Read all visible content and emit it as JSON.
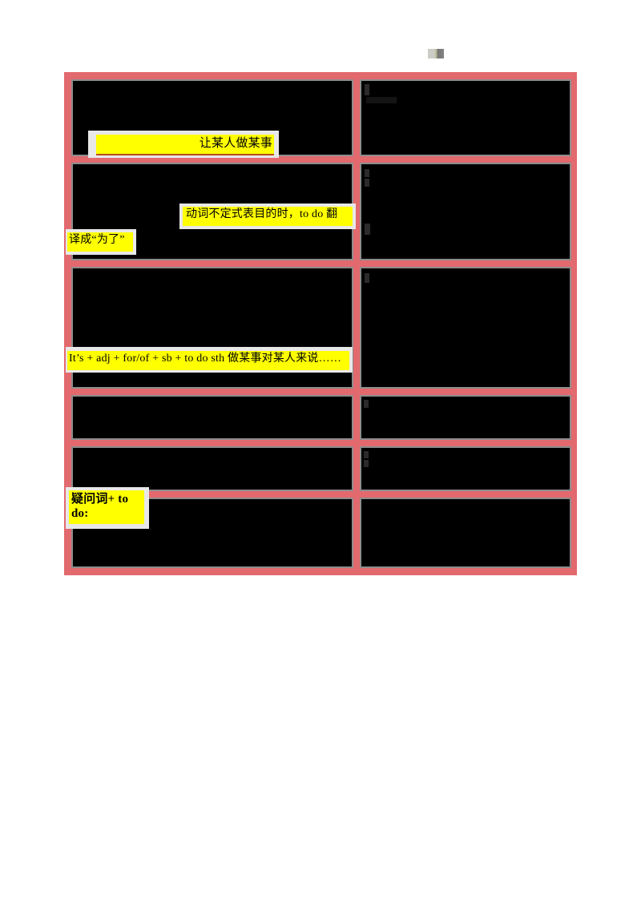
{
  "document": {
    "type": "study-notes-table",
    "page_mark": "",
    "colors": {
      "table_border": "#e2696e",
      "cell_fill": "#000000",
      "cell_frame": "#8d8d8d",
      "highlight": "#ffff00",
      "underline": "#b84a1b",
      "page_background": "#ffffff"
    }
  },
  "table": {
    "columns": 2,
    "rows": 6,
    "cells": [
      {
        "row": 1,
        "col": "left",
        "text": "",
        "redacted": true
      },
      {
        "row": 1,
        "col": "right",
        "text": "",
        "redacted": true
      },
      {
        "row": 2,
        "col": "left",
        "text": "",
        "redacted": true
      },
      {
        "row": 2,
        "col": "right",
        "text": "",
        "redacted": true
      },
      {
        "row": 3,
        "col": "left",
        "text": "",
        "redacted": true
      },
      {
        "row": 3,
        "col": "right",
        "text": "",
        "redacted": true
      },
      {
        "row": 4,
        "col": "left",
        "text": "",
        "redacted": true
      },
      {
        "row": 4,
        "col": "right",
        "text": "",
        "redacted": true
      },
      {
        "row": 5,
        "col": "left",
        "text": "",
        "redacted": true
      },
      {
        "row": 5,
        "col": "right",
        "text": "",
        "redacted": true
      },
      {
        "row": 6,
        "col": "left",
        "text": "",
        "redacted": true
      },
      {
        "row": 6,
        "col": "right",
        "text": "",
        "redacted": true
      }
    ]
  },
  "highlights": [
    {
      "id": "hl-1",
      "text": "让某人做某事",
      "row": 1,
      "underlined": true,
      "bold": false,
      "align": "right"
    },
    {
      "id": "hl-2a",
      "text": "动词不定式表目的时，to do 翻",
      "row": 2,
      "underlined": false,
      "bold": false,
      "align": "left"
    },
    {
      "id": "hl-2b",
      "text": "译成“为了”",
      "row": 2,
      "underlined": false,
      "bold": false,
      "align": "left"
    },
    {
      "id": "hl-3",
      "text": "It’s + adj + for/of + sb + to do sth  做某事对某人来说……",
      "row": 3,
      "underlined": false,
      "bold": false,
      "align": "left"
    },
    {
      "id": "hl-4",
      "text": "疑问词+ to do:",
      "row": 6,
      "underlined": false,
      "bold": true,
      "align": "left"
    }
  ]
}
